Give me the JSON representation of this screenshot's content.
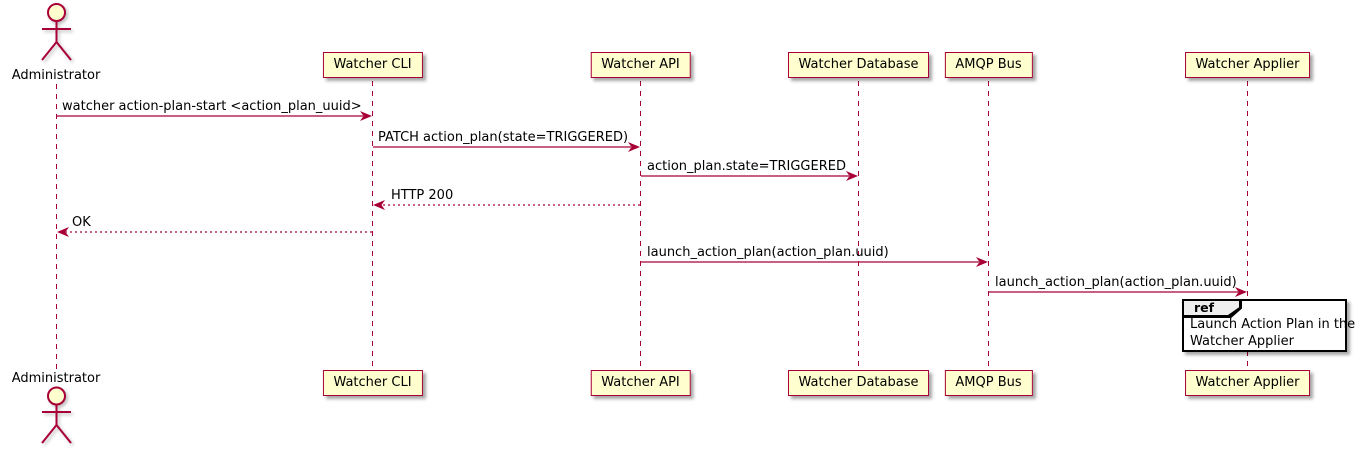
{
  "diagram": {
    "type": "uml-sequence",
    "actor": {
      "name": "Administrator"
    },
    "participants": [
      {
        "name": "Watcher CLI"
      },
      {
        "name": "Watcher API"
      },
      {
        "name": "Watcher Database"
      },
      {
        "name": "AMQP Bus"
      },
      {
        "name": "Watcher Applier"
      }
    ],
    "messages": [
      {
        "from": "Administrator",
        "to": "Watcher CLI",
        "label": "watcher action-plan-start <action_plan_uuid>",
        "line": "solid"
      },
      {
        "from": "Watcher CLI",
        "to": "Watcher API",
        "label": "PATCH action_plan(state=TRIGGERED)",
        "line": "solid"
      },
      {
        "from": "Watcher API",
        "to": "Watcher Database",
        "label": "action_plan.state=TRIGGERED",
        "line": "solid"
      },
      {
        "from": "Watcher API",
        "to": "Watcher CLI",
        "label": "HTTP 200",
        "line": "dotted"
      },
      {
        "from": "Watcher CLI",
        "to": "Administrator",
        "label": "OK",
        "line": "dotted"
      },
      {
        "from": "Watcher API",
        "to": "AMQP Bus",
        "label": "launch_action_plan(action_plan.uuid)",
        "line": "solid"
      },
      {
        "from": "AMQP Bus",
        "to": "Watcher Applier",
        "label": "launch_action_plan(action_plan.uuid)",
        "line": "solid"
      }
    ],
    "ref": {
      "keyword": "ref",
      "line1": "Launch Action Plan in the",
      "line2": "Watcher Applier"
    },
    "colors": {
      "participant_fill": "#FEFECE",
      "stroke": "#A80036",
      "text": "#000000",
      "ref_header_fill": "#EEEEEE",
      "ref_border": "#000000"
    }
  }
}
